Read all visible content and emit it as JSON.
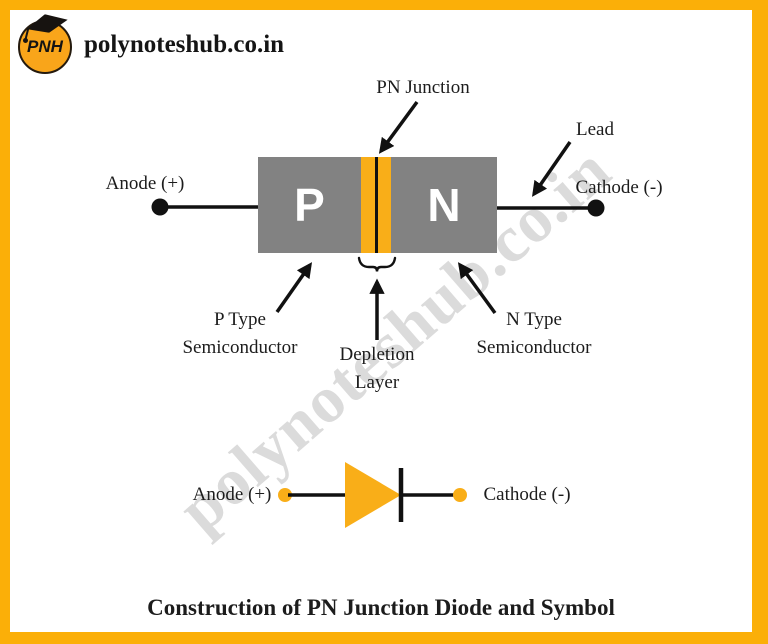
{
  "brand": {
    "logo_text": "PNH",
    "site_name": "polynoteshub.co.in",
    "watermark": "polynoteshub.co.in"
  },
  "construction": {
    "p_region_label": "P",
    "n_region_label": "N",
    "pn_junction_label": "PN Junction",
    "lead_label": "Lead",
    "anode_label": "Anode (+)",
    "cathode_label": "Cathode (-)",
    "p_type_label": [
      "P Type",
      "Semiconductor"
    ],
    "n_type_label": [
      "N Type",
      "Semiconductor"
    ],
    "depletion_label": [
      "Depletion",
      "Layer"
    ]
  },
  "symbol": {
    "anode_label": "Anode (+)",
    "cathode_label": "Cathode (-)"
  },
  "caption": "Construction of PN Junction Diode and Symbol",
  "colors": {
    "frame_yellow": "#FBAF08",
    "accent_orange": "#F9AE18",
    "block_gray": "#828282",
    "ink": "#1C1C1C",
    "watermark_gray": "#DBDBDB"
  }
}
